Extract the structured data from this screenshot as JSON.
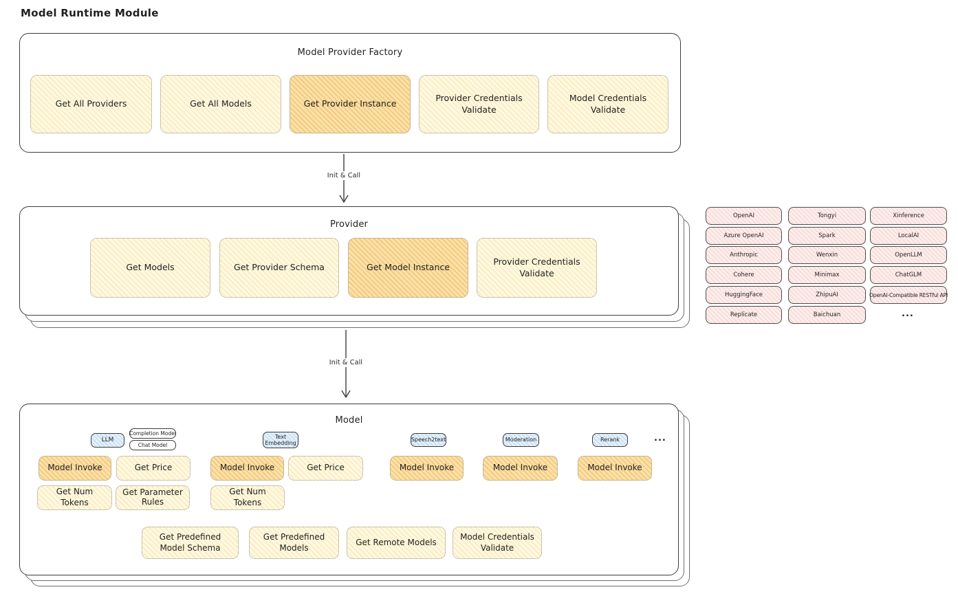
{
  "page_title": "Model Runtime Module",
  "colors": {
    "ink": "#1f1f1f",
    "yellow_fill": "#FEF8E2",
    "yellow_hatch": "#F4D67C",
    "orange_fill": "#FAE2AB",
    "orange_hatch": "#F0B254",
    "pink_fill": "#FCEDEB",
    "pink_hatch": "#E9A096",
    "blue_fill": "#E3F0FB",
    "border": "#3c3c3c"
  },
  "factory": {
    "title": "Model Provider Factory",
    "buttons": [
      {
        "label": "Get All Providers",
        "highlighted": false
      },
      {
        "label": "Get All Models",
        "highlighted": false
      },
      {
        "label": "Get Provider Instance",
        "highlighted": true
      },
      {
        "label": "Provider Credentials Validate",
        "highlighted": false
      },
      {
        "label": "Model Credentials Validate",
        "highlighted": false
      }
    ]
  },
  "arrow1": {
    "label": "Init & Call"
  },
  "arrow2": {
    "label": "Init & Call"
  },
  "provider": {
    "title": "Provider",
    "buttons": [
      {
        "label": "Get Models",
        "highlighted": false
      },
      {
        "label": "Get Provider Schema",
        "highlighted": false
      },
      {
        "label": "Get Model Instance",
        "highlighted": true
      },
      {
        "label": "Provider Credentials Validate",
        "highlighted": false
      }
    ]
  },
  "provider_list": {
    "items": [
      "OpenAI",
      "Tongyi",
      "Xinference",
      "Azure OpenAI",
      "Spark",
      "LocalAI",
      "Anthropic",
      "Wenxin",
      "OpenLLM",
      "Cohere",
      "Minimax",
      "ChatGLM",
      "HuggingFace",
      "ZhipuAI",
      "OpenAI-Compatible RESTful API",
      "Replicate",
      "Baichuan"
    ],
    "more": "..."
  },
  "model": {
    "title": "Model",
    "tabs": {
      "llm": "LLM",
      "completion_model": "Completion Model",
      "chat_model": "Chat Model",
      "text_embedding": "Text Embedding",
      "speech2text": "Speech2text",
      "moderation": "Moderation",
      "rerank": "Rerank",
      "more": "..."
    },
    "llm": {
      "invoke": "Model Invoke",
      "get_price": "Get Price",
      "get_num_tokens": "Get Num Tokens",
      "get_parameter_rules": "Get Parameter Rules"
    },
    "text_embedding": {
      "invoke": "Model Invoke",
      "get_price": "Get Price",
      "get_num_tokens": "Get Num Tokens"
    },
    "speech2text": {
      "invoke": "Model Invoke"
    },
    "moderation": {
      "invoke": "Model Invoke"
    },
    "rerank": {
      "invoke": "Model Invoke"
    },
    "common": [
      "Get Predefined Model Schema",
      "Get Predefined Models",
      "Get Remote Models",
      "Model Credentials Validate"
    ]
  }
}
